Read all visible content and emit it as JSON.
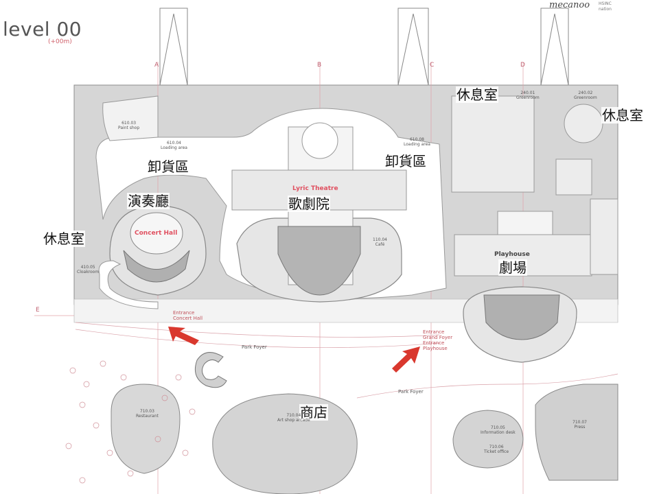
{
  "header": {
    "title": "level 00",
    "subtitle": "(+00m)",
    "brand": "mecanoo",
    "brand_sub_1": "HSINC",
    "brand_sub_2": "nation"
  },
  "grid_labels": [
    "A",
    "B",
    "C",
    "D",
    "E"
  ],
  "annotations": {
    "lounge_top": "休息室",
    "lounge_right": "休息室",
    "lounge_left": "休息室",
    "loading_left": "卸貨區",
    "loading_center": "卸貨區",
    "concert_hall": "演奏廳",
    "opera_house": "歌劇院",
    "playhouse": "劇場",
    "shop": "商店"
  },
  "halls": {
    "lyric": "Lyric Theatre",
    "concert": "Concert Hall",
    "playhouse": "Playhouse"
  },
  "rooms": {
    "paint_no": "610.03",
    "paint": "Paint shop",
    "loading_a_no": "610.04",
    "loading_a": "Loading area",
    "loading_c_no": "610.08",
    "loading_c": "Loading area",
    "green_no": "240.02",
    "green": "Greenroom",
    "green2_no": "240.01",
    "green2": "Greenroom",
    "cafe_no": "110.04",
    "cafe": "Café",
    "cloak_no": "410.05",
    "cloak": "Cloakroom",
    "rest_no": "710.03",
    "rest": "Restaurant",
    "art_no": "710.04",
    "art": "Art shop arcade",
    "info_no": "710.05",
    "info": "Information desk",
    "ticket_no": "710.06",
    "ticket": "Ticket office",
    "press_no": "710.07",
    "press": "Press",
    "park_foyer_1": "Park Foyer",
    "park_foyer_2": "Park Foyer"
  },
  "entrances": {
    "concert_1": "Entrance",
    "concert_2": "Concert Hall",
    "playhouse_1": "Entrance",
    "playhouse_2": "Grand Foyer",
    "playhouse_3": "Entrance",
    "playhouse_4": "Playhouse"
  },
  "colors": {
    "accent": "#d9382e",
    "wall": "#9a9a9a",
    "fill": "#cfcfcf",
    "grid": "#e0a0a8"
  }
}
